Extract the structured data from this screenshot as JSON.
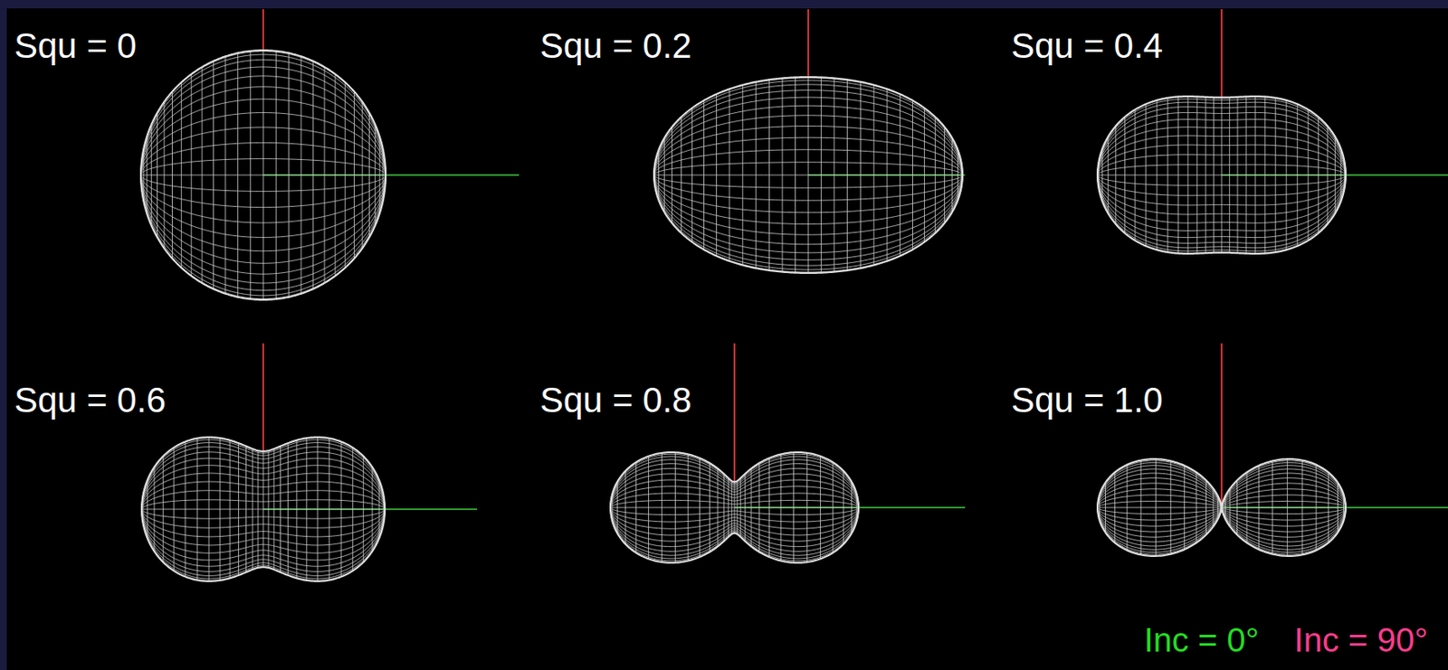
{
  "diagram": {
    "labels": [
      "Squ = 0",
      "Squ = 0.2",
      "Squ = 0.4",
      "Squ = 0.6",
      "Squ = 0.8",
      "Squ = 1.0"
    ],
    "legend": [
      {
        "text": "Inc = 0°",
        "color": "#22dd22"
      },
      {
        "text": "Inc = 90°",
        "color": "#ff3c8c"
      }
    ]
  }
}
